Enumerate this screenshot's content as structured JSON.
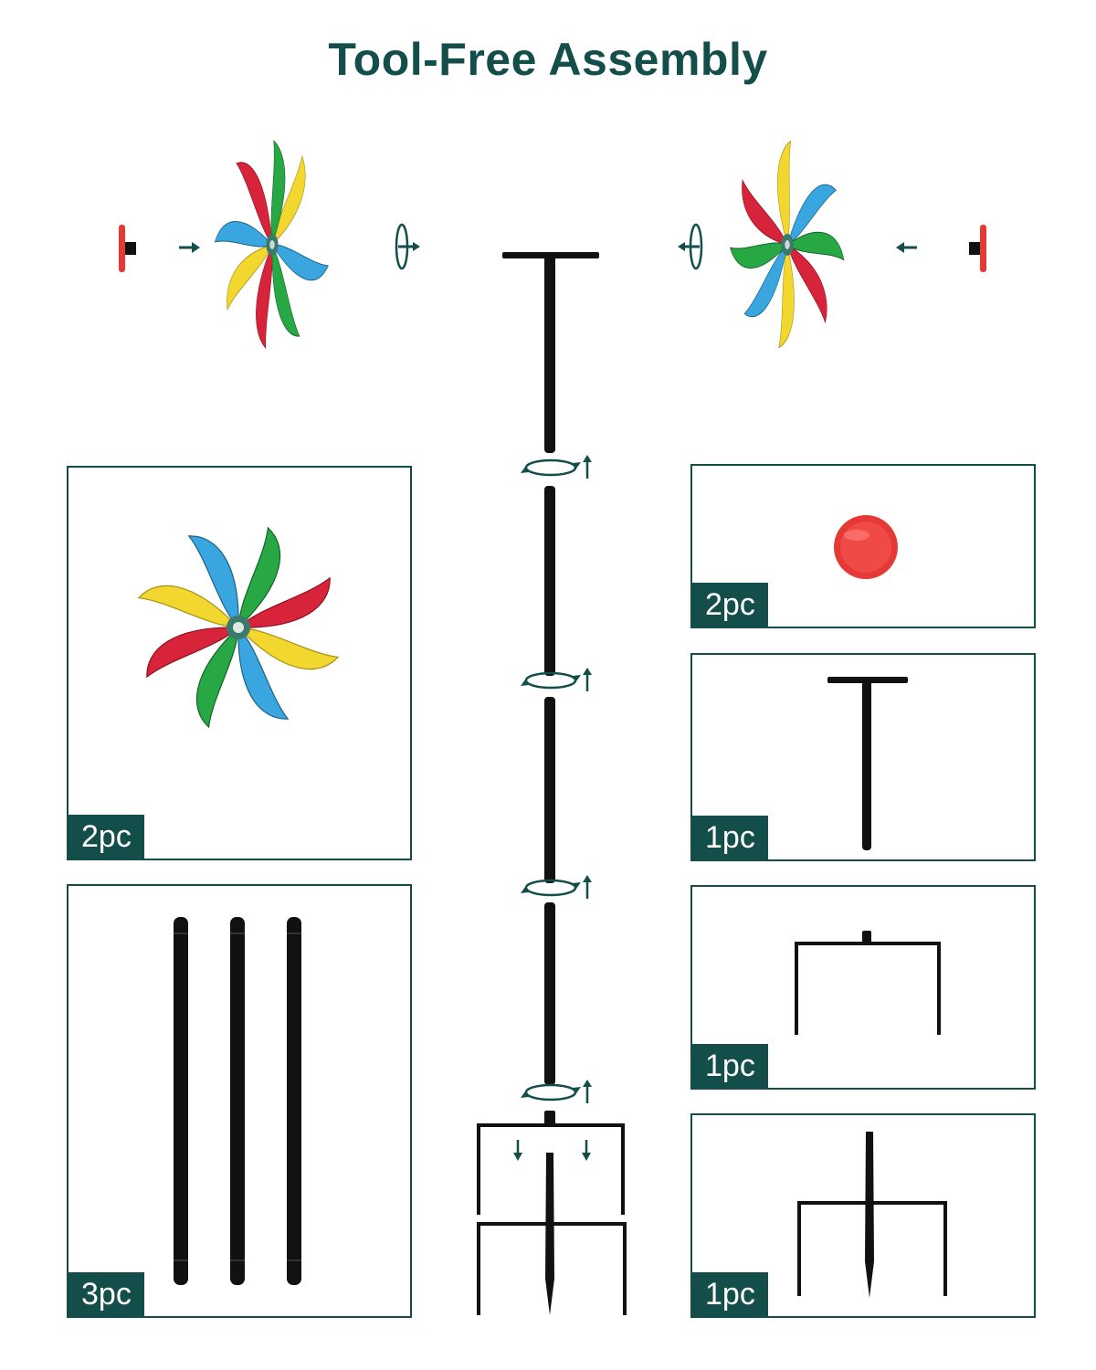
{
  "header": {
    "title": "Tool-Free Assembly"
  },
  "panels": {
    "pinwheel": {
      "qty": "2pc"
    },
    "poles": {
      "qty": "3pc"
    },
    "end_cap": {
      "qty": "2pc"
    },
    "top_t_bar": {
      "qty": "1pc"
    },
    "u_bracket": {
      "qty": "1pc"
    },
    "ground_stake": {
      "qty": "1pc"
    }
  },
  "colors": {
    "accent": "#134e4a",
    "petal_red": "#d8243a",
    "petal_yellow": "#f2d72f",
    "petal_blue": "#3aa6e0",
    "petal_green": "#28a745",
    "cap_red": "#e53935",
    "metal": "#111111"
  }
}
